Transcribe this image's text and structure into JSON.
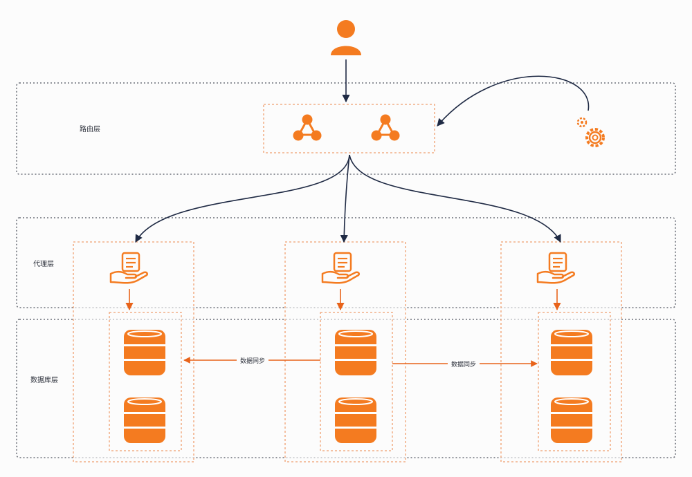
{
  "layers": {
    "routing": "路由层",
    "proxy": "代理层",
    "database": "数据库层"
  },
  "sync": {
    "left": "数据同步",
    "right": "数据同步"
  },
  "colors": {
    "orange": "#f47b20",
    "orange_dash": "#f0a070",
    "dark": "#1f2a44",
    "layer_border": "#6b6f78"
  },
  "icons": {
    "user": "user-icon",
    "router": "network-node-icon",
    "config": "gears-icon",
    "proxy": "document-hand-icon",
    "database": "database-icon"
  }
}
